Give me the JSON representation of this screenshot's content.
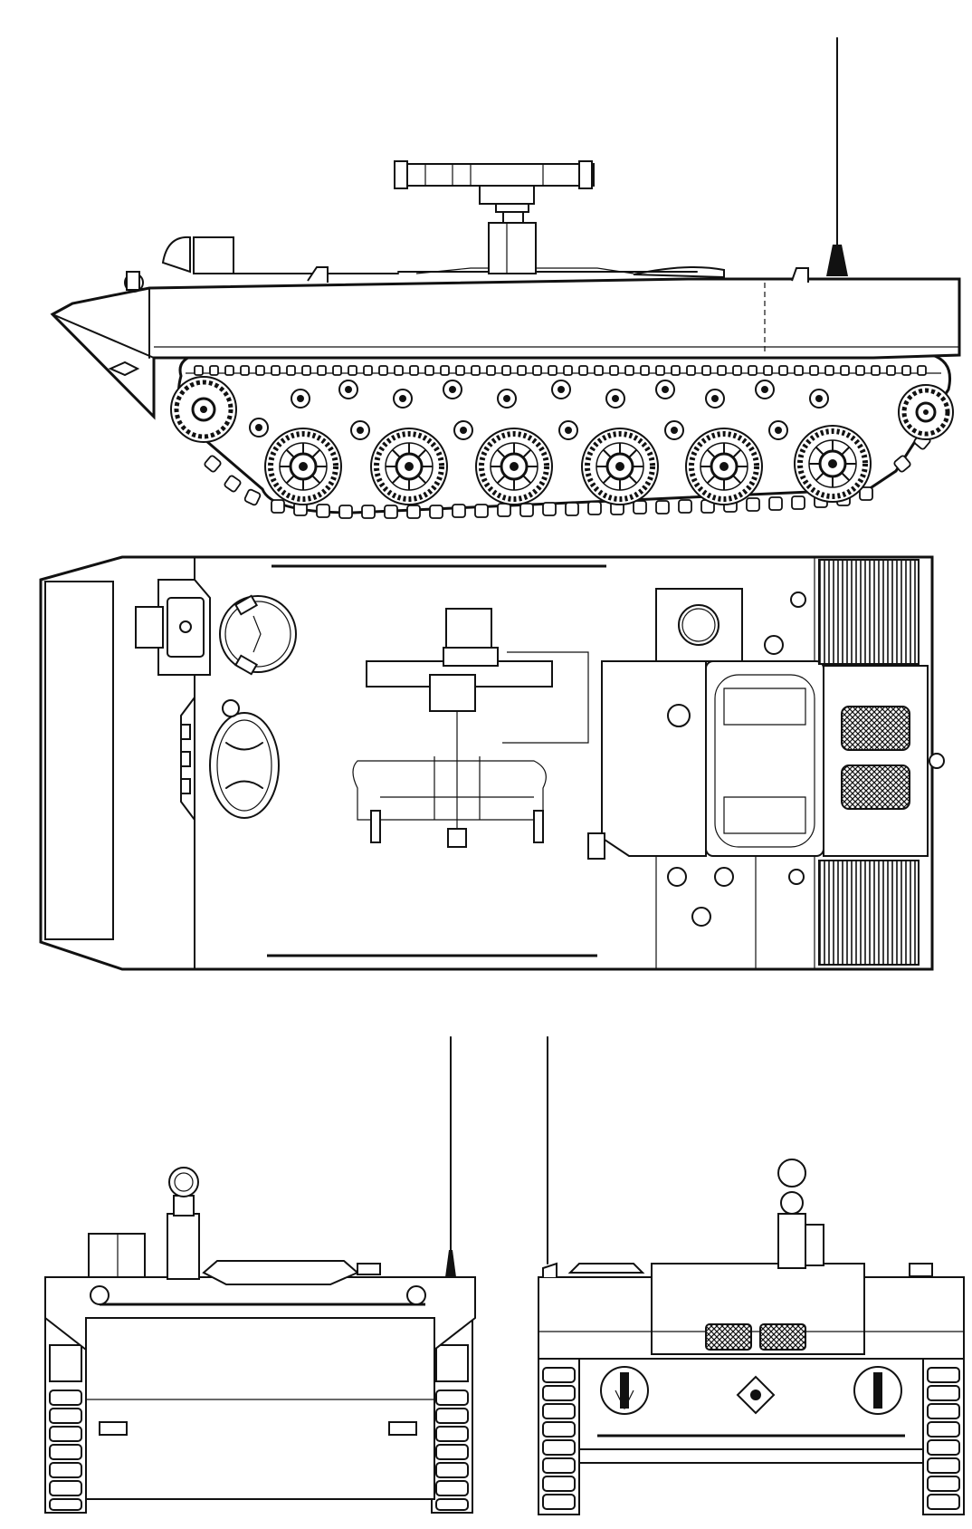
{
  "drawing": {
    "views": [
      {
        "id": "side"
      },
      {
        "id": "top"
      },
      {
        "id": "front"
      },
      {
        "id": "rear"
      }
    ],
    "colors": {
      "line": "#111111",
      "paper": "#ffffff"
    },
    "icons": [
      "road-wheel-icon",
      "sprocket-icon",
      "idler-icon",
      "hatch-icon",
      "periscope-icon",
      "antenna-icon",
      "launcher-icon",
      "grille-icon"
    ]
  }
}
